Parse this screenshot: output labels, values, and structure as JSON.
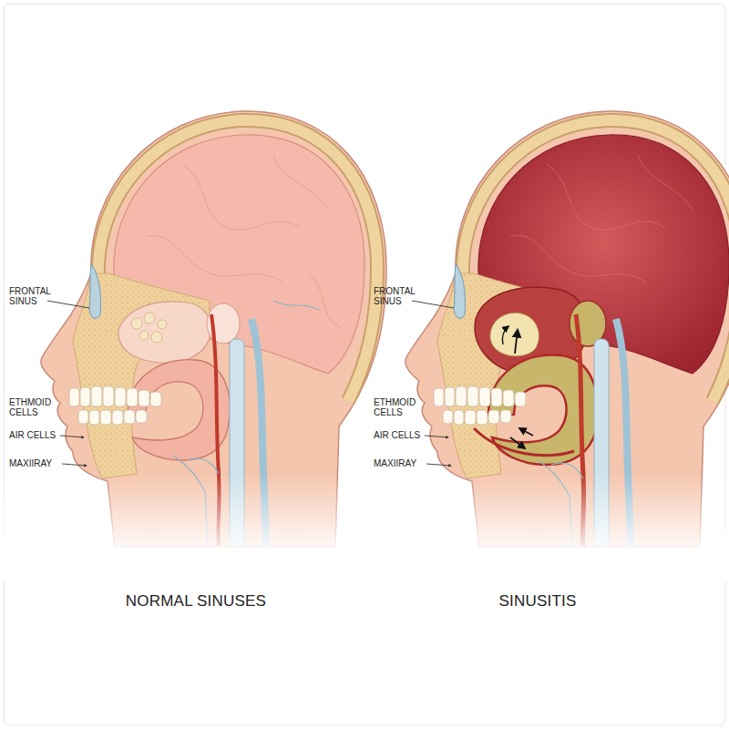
{
  "diagram": {
    "labels": [
      "FRONTAL SINUS",
      "ETHMOID CELLS",
      "AIR CELLS",
      "MAXIIRAY",
      "FRONTAL SINUS",
      "ETHMOID CELLS",
      "AIR CELLS",
      "MAXIIRAY",
      "NORMAL SINUSES",
      "SINUSITIS"
    ]
  }
}
